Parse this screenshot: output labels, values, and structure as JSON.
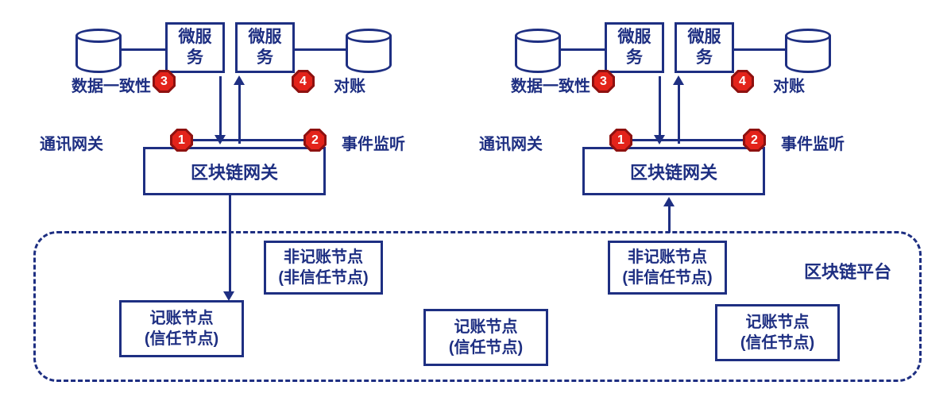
{
  "colors": {
    "navy": "#1e2f82",
    "red": "#e3231a",
    "red_dark": "#8e1110"
  },
  "sections": [
    {
      "ms_left": "微服务",
      "ms_right": "微服务",
      "gateway": "区块链网关",
      "badges": {
        "b1": "1",
        "b2": "2",
        "b3": "3",
        "b4": "4"
      },
      "labels": {
        "data_consistency": "数据一致性",
        "reconciliation": "对账",
        "comm_gateway": "通讯网关",
        "event_listen": "事件监听"
      }
    },
    {
      "ms_left": "微服务",
      "ms_right": "微服务",
      "gateway": "区块链网关",
      "badges": {
        "b1": "1",
        "b2": "2",
        "b3": "3",
        "b4": "4"
      },
      "labels": {
        "data_consistency": "数据一致性",
        "reconciliation": "对账",
        "comm_gateway": "通讯网关",
        "event_listen": "事件监听"
      }
    }
  ],
  "platform": {
    "label": "区块链平台",
    "non_accounting_nodes": [
      {
        "line1": "非记账节点",
        "line2": "(非信任节点)"
      },
      {
        "line1": "非记账节点",
        "line2": "(非信任节点)"
      }
    ],
    "accounting_nodes": [
      {
        "line1": "记账节点",
        "line2": "(信任节点)"
      },
      {
        "line1": "记账节点",
        "line2": "(信任节点)"
      },
      {
        "line1": "记账节点",
        "line2": "(信任节点)"
      }
    ]
  }
}
